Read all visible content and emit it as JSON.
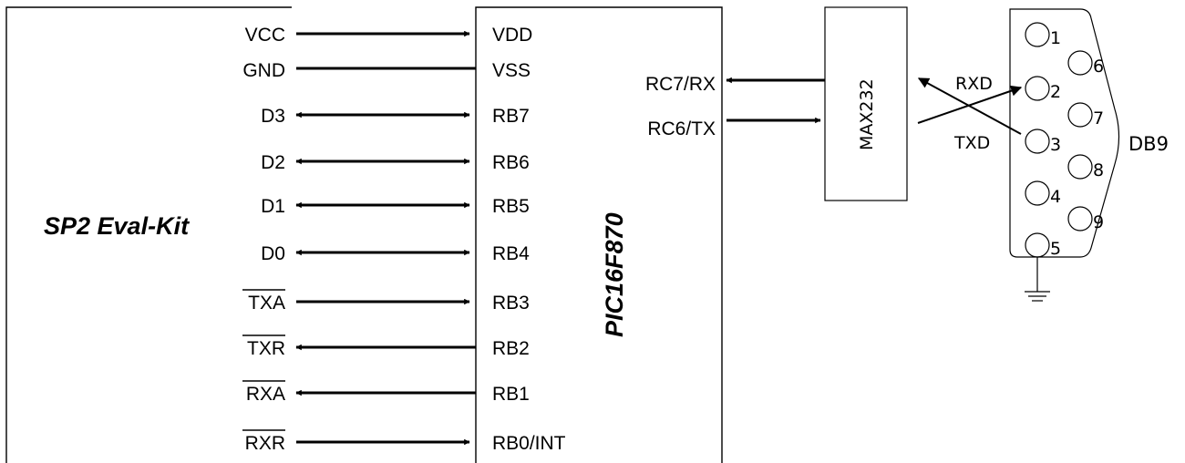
{
  "diagram": {
    "left_block": {
      "title": "SP2 Eval-Kit",
      "signals": [
        {
          "text": "VCC",
          "overline": false
        },
        {
          "text": "GND",
          "overline": false
        },
        {
          "text": "D3",
          "overline": false
        },
        {
          "text": "D2",
          "overline": false
        },
        {
          "text": "D1",
          "overline": false
        },
        {
          "text": "D0",
          "overline": false
        },
        {
          "text": "TXA",
          "overline": true
        },
        {
          "text": "TXR",
          "overline": true
        },
        {
          "text": "RXA",
          "overline": true
        },
        {
          "text": "RXR",
          "overline": true
        }
      ]
    },
    "mcu": {
      "title": "PIC16F870",
      "pins_left": [
        "VDD",
        "VSS",
        "RB7",
        "RB6",
        "RB5",
        "RB4",
        "RB3",
        "RB2",
        "RB1",
        "RB0/INT"
      ],
      "pins_right": [
        "RC7/RX",
        "RC6/TX"
      ]
    },
    "connections": [
      {
        "from": "VCC",
        "to": "VDD",
        "direction": "right"
      },
      {
        "from": "GND",
        "to": "VSS",
        "direction": "none"
      },
      {
        "from": "D3",
        "to": "RB7",
        "direction": "both"
      },
      {
        "from": "D2",
        "to": "RB6",
        "direction": "both"
      },
      {
        "from": "D1",
        "to": "RB5",
        "direction": "both"
      },
      {
        "from": "D0",
        "to": "RB4",
        "direction": "both"
      },
      {
        "from": "TXA",
        "to": "RB3",
        "direction": "right"
      },
      {
        "from": "TXR",
        "to": "RB2",
        "direction": "left"
      },
      {
        "from": "RXA",
        "to": "RB1",
        "direction": "left"
      },
      {
        "from": "RXR",
        "to": "RB0/INT",
        "direction": "right"
      }
    ],
    "transceiver": {
      "label": "MAX232"
    },
    "serial": {
      "rxd": "RXD",
      "txd": "TXD"
    },
    "connector": {
      "label": "DB9",
      "pins": [
        "1",
        "2",
        "3",
        "4",
        "5",
        "6",
        "7",
        "8",
        "9"
      ]
    },
    "colors": {
      "line": "#000000",
      "background": "#ffffff"
    }
  }
}
